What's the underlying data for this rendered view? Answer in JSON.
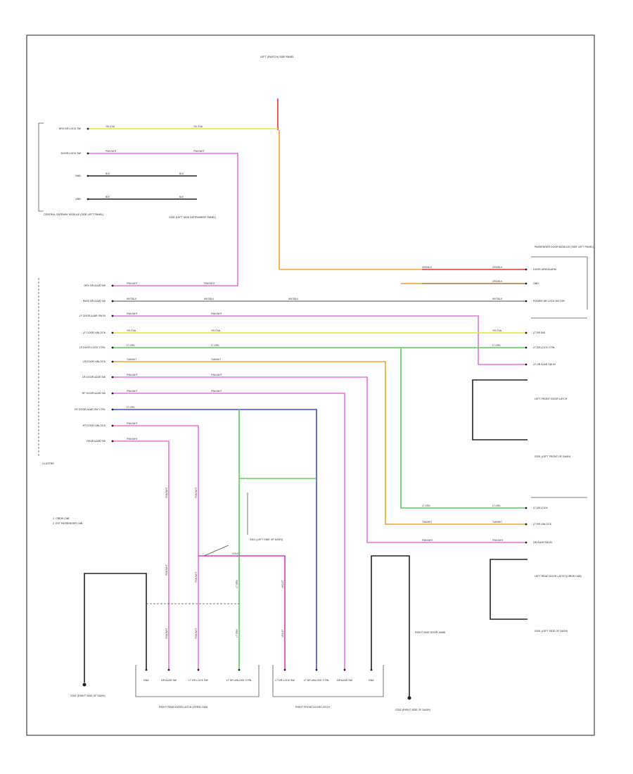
{
  "title_block": {
    "code": ""
  },
  "legend": {
    "line1": "1. CREW CAB",
    "line2": "2. EXT PASSENGER CAB"
  },
  "components": {
    "top_switch": "LEFT (SWITCH) SIDE PANEL",
    "left_module": "CENTRAL GATEWAY MODULE (SIDE LEFT PANEL)",
    "cluster": "CLUSTER",
    "grounds_note": "G201 (LEFT SIDE INSTRUMENT PANEL)",
    "pdm": "PASSENGER DOOR MODULE (SIDE LEFT PANEL)",
    "lf_latch": "LEFT FRONT DOOR LATCH",
    "lr_latch": "LEFT REAR DOOR LATCH (CREW CAB)",
    "rr_latch": "RIGHT REAR DOOR LATCH (CREW CAB)",
    "rf_latch": "RIGHT FRONT DOOR LATCH",
    "splice_note": "S301 (LEFT SIDE OF DASH)",
    "ground_left": "G301 (RIGHT SIDE OF DASH)",
    "ground_mid": "G302 (RIGHT SIDE OF DASH)",
    "ground_lf": "G201 (LEFT FRONT OF DASH)",
    "ground_lr": "G201 (LEFT SIDE OF DASH)",
    "pass_door_jamb": "RIGHT SIDE DOOR JAMB"
  },
  "cluster_pins": [
    "DRV DR AJAR SW",
    "PASS DR AJAR SW",
    "LF DOOR AJAR SW IN",
    "LF DOOR UNLOCK",
    "LF DOOR LOCK CTRL",
    "LR DOOR UNLOCK",
    "LR DOOR AJAR SW",
    "RF DOOR AJAR SW",
    "RT DOOR AJAR SW CTRL",
    "RT DOOR UNLOCK",
    "REAR AJAR SW"
  ],
  "left_module_pins": [
    "DOOR LOCK SW",
    "DRV DR LOCK SW",
    "GND",
    "GND"
  ],
  "pdm_pins": [
    "DOOR ARM ALARM",
    "GND",
    "POWER DR LOCK MOTOR",
    "LT DR IND",
    "LT DR LOCK CTRL",
    "LF DR AJAR SW IN"
  ],
  "rr_latch_pins": [
    "GND",
    "DR AJAR SW",
    "LT DR LOCK SW",
    "LT DR UNLOCK CTRL"
  ],
  "rf_latch_pins": [
    "LT DR LOCK SW",
    "LT DR UNLOCK CTRL",
    "DR AJAR SW",
    "GND"
  ],
  "lr_latch_pins": [
    "LT DR LOCK",
    "LT DR UNLOCK",
    "DR AJAR SW IN"
  ],
  "wire_colors": {
    "yellow": "#e8e23c",
    "pink": "#ef6fd8",
    "violet": "#d63cc0",
    "orange": "#f0a030",
    "green": "#57d157",
    "blue": "#3c4fd8",
    "gray": "#888888",
    "black": "#222222",
    "red": "#e83030",
    "brown": "#b07030"
  },
  "wire_labels": {
    "yel": "YEL/TAN",
    "pnk": "PINK/WHT",
    "blk": "BLK",
    "org": "ORG/BLK",
    "grn": "LT GRN",
    "vio": "VIOLET",
    "tan": "TAN/WHT",
    "wht": "WHT/BLK"
  }
}
